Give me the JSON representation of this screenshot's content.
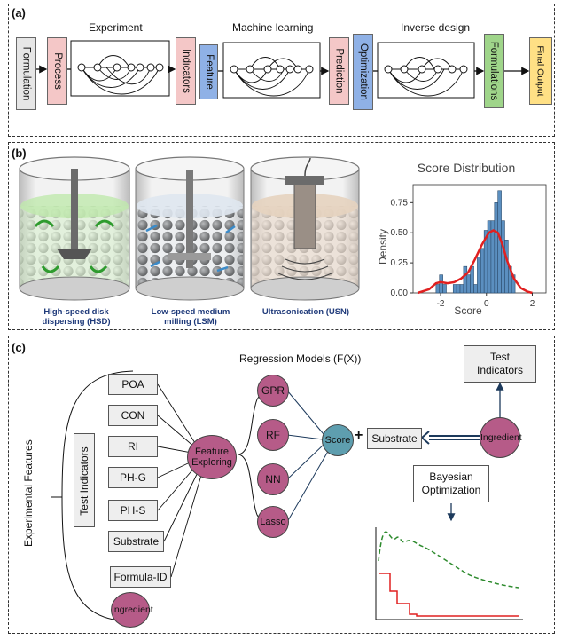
{
  "panel_a": {
    "label": "(a)",
    "sections": [
      "Experiment",
      "Machine learning",
      "Inverse design"
    ],
    "boxes": [
      "Formulation",
      "Process",
      "Indicators",
      "Feature",
      "Prediction",
      "Optimization",
      "Formulations",
      "Final Output"
    ],
    "colors": {
      "gray": "#e6e6e6",
      "pink": "#f4c7c7",
      "blue": "#8fb1e6",
      "green": "#9fd58a",
      "yellow": "#ffe085"
    }
  },
  "panel_b": {
    "label": "(b)",
    "captions": [
      "High-speed disk dispersing (HSD)",
      "Low-speed medium milling (LSM)",
      "Ultrasonication (USN)"
    ],
    "chart_title": "Score Distribution"
  },
  "chart_data": {
    "type": "bar",
    "title": "Score Distribution",
    "xlabel": "Score",
    "ylabel": "Density",
    "xticks": [
      "-2",
      "0",
      "2"
    ],
    "yticks": [
      "0.00",
      "0.25",
      "0.50",
      "0.75"
    ],
    "xlim": [
      -3.2,
      2.6
    ],
    "ylim": [
      0,
      0.9
    ],
    "histogram": {
      "bin_left": [
        -2.2,
        -2.05,
        -1.9,
        -1.75,
        -1.6,
        -1.45,
        -1.3,
        -1.15,
        -1.0,
        -0.85,
        -0.7,
        -0.55,
        -0.4,
        -0.25,
        -0.1,
        0.05,
        0.2,
        0.35,
        0.5,
        0.65,
        0.8,
        0.95,
        1.1
      ],
      "density": [
        0.07,
        0.15,
        0.07,
        0.0,
        0.0,
        0.07,
        0.07,
        0.07,
        0.22,
        0.15,
        0.22,
        0.07,
        0.3,
        0.37,
        0.52,
        0.6,
        0.6,
        0.75,
        0.85,
        0.6,
        0.44,
        0.22,
        0.15
      ]
    },
    "kde": {
      "x": [
        -3.0,
        -2.5,
        -2.2,
        -2.0,
        -1.7,
        -1.4,
        -1.1,
        -0.8,
        -0.5,
        -0.2,
        0.1,
        0.3,
        0.5,
        0.7,
        0.9,
        1.2,
        1.5,
        1.8,
        2.0
      ],
      "y": [
        0.0,
        0.03,
        0.08,
        0.09,
        0.08,
        0.09,
        0.12,
        0.17,
        0.28,
        0.4,
        0.5,
        0.52,
        0.5,
        0.4,
        0.27,
        0.12,
        0.04,
        0.01,
        0.0
      ]
    },
    "colors": {
      "bars": "#5b8fc0",
      "kde": "#e02020"
    }
  },
  "panel_c": {
    "label": "(c)",
    "experimental_features": "Experimental Features",
    "test_indicators": "Test Indicators",
    "inputs": [
      "POA",
      "CON",
      "RI",
      "PH-G",
      "PH-S",
      "Substrate",
      "Formula-ID"
    ],
    "ingredient_bottom": "Ingredient",
    "feature_exploring": "Feature Exploring",
    "regression_title": "Regression Models (F(X))",
    "models": [
      "GPR",
      "RF",
      "NN",
      "Lasso"
    ],
    "score": "Score",
    "plus": "+",
    "substrate": "Substrate",
    "ingredient": "Ingredient",
    "test_indicators_box": "Test Indicators",
    "bayesian": "Bayesian Optimization",
    "colors": {
      "node": "#b65b88",
      "score": "#5e9eaf",
      "box": "#eeeeee",
      "green": "#2e8b2e",
      "red": "#e02020"
    }
  }
}
